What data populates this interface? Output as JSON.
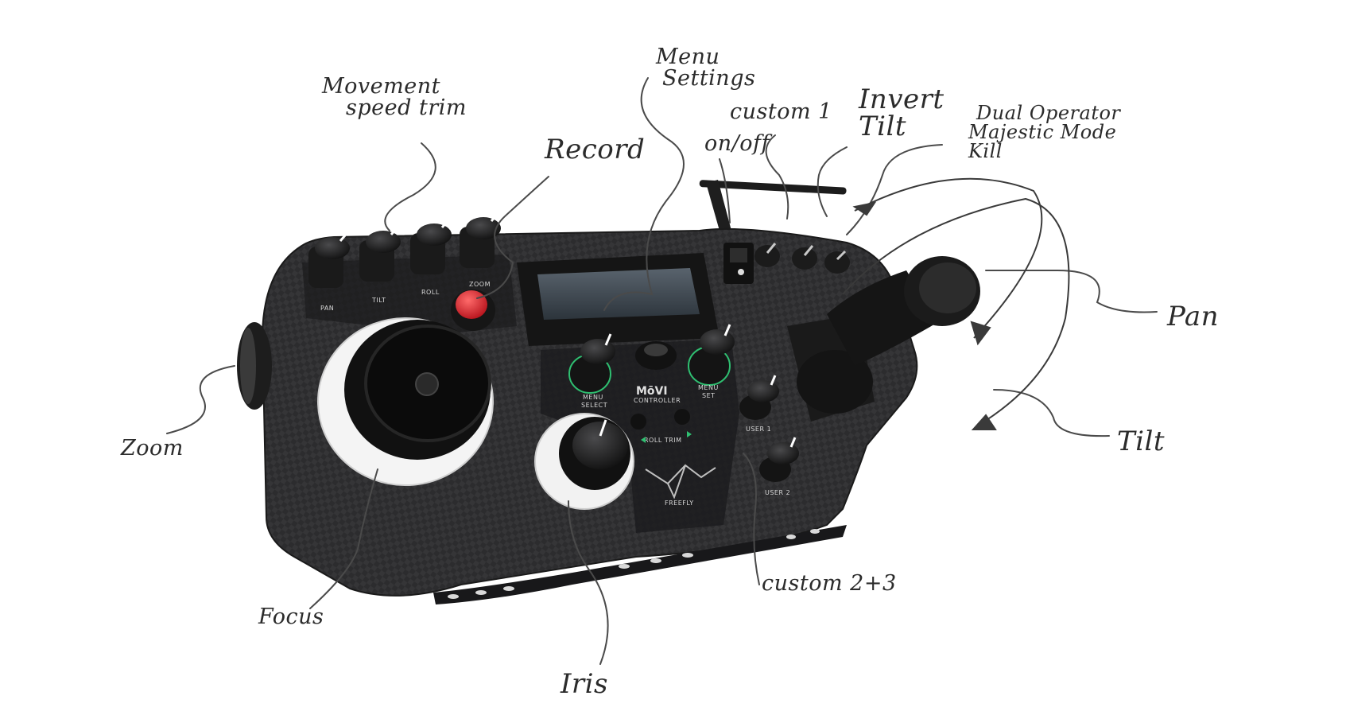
{
  "annotations": {
    "movement_speed_trim": [
      "Movement",
      "speed trim"
    ],
    "record": "Record",
    "menu_settings": [
      "Menu",
      "Settings"
    ],
    "custom1": "custom 1",
    "on_off": "on/off",
    "invert_tilt": [
      "Invert",
      "Tilt"
    ],
    "dual_operator": [
      "Dual Operator",
      "Majestic Mode",
      "Kill"
    ],
    "pan": "Pan",
    "tilt": "Tilt",
    "zoom": "Zoom",
    "focus": "Focus",
    "iris": "Iris",
    "custom23": "custom 2+3"
  },
  "device_labels": {
    "pan": "PAN",
    "tilt": "TILT",
    "roll": "ROLL",
    "zoom": "ZOOM",
    "menu_select": [
      "MENU",
      "SELECT"
    ],
    "menu_set": [
      "MENU",
      "SET"
    ],
    "brand": [
      "MōVI",
      "CONTROLLER"
    ],
    "roll_trim": "ROLL TRIM",
    "user1": "USER 1",
    "user2": "USER 2",
    "freefly": "FREEFLY"
  },
  "colors": {
    "record_button": "#d8242c",
    "body": "#2a2a2c",
    "accent_led": "#2fbf71"
  }
}
